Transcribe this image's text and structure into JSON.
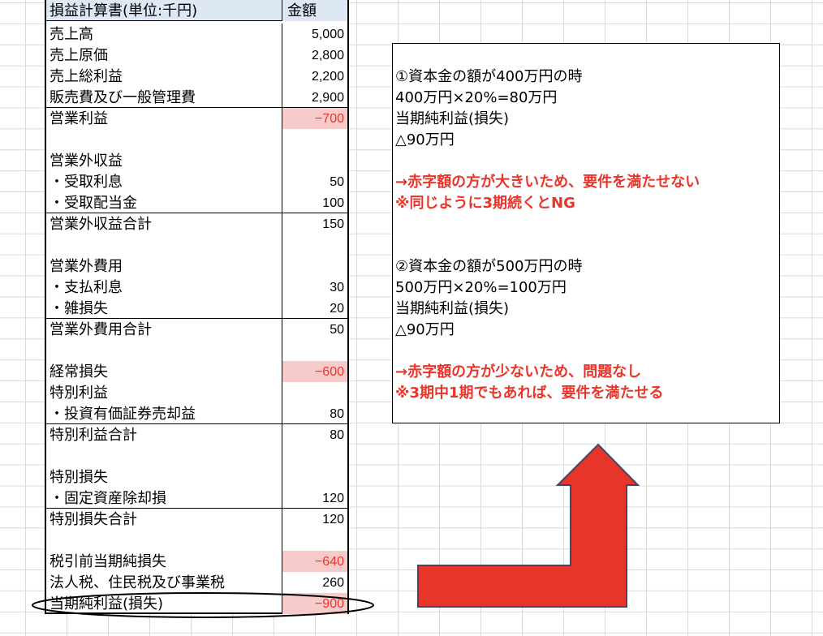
{
  "statement": {
    "header_label": "損益計算書(単位:千円)",
    "header_value": "金額",
    "rows": {
      "r1": {
        "label": "売上高",
        "value": "5,000"
      },
      "r2": {
        "label": "売上原価",
        "value": "2,800"
      },
      "r3": {
        "label": "売上総利益",
        "value": "2,200"
      },
      "r4": {
        "label": "販売費及び一般管理費",
        "value": "2,900"
      },
      "r5": {
        "label": "営業利益",
        "value": "−700"
      },
      "r6": {
        "label": "",
        "value": ""
      },
      "r7": {
        "label": "営業外収益",
        "value": ""
      },
      "r8": {
        "label": "・受取利息",
        "value": "50"
      },
      "r9": {
        "label": "・受取配当金",
        "value": "100"
      },
      "r10": {
        "label": "営業外収益合計",
        "value": "150"
      },
      "r11": {
        "label": "",
        "value": ""
      },
      "r12": {
        "label": "営業外費用",
        "value": ""
      },
      "r13": {
        "label": "・支払利息",
        "value": "30"
      },
      "r14": {
        "label": "・雑損失",
        "value": "20"
      },
      "r15": {
        "label": "営業外費用合計",
        "value": "50"
      },
      "r16": {
        "label": "",
        "value": ""
      },
      "r17": {
        "label": "経常損失",
        "value": "−600"
      },
      "r18": {
        "label": "特別利益",
        "value": ""
      },
      "r19": {
        "label": "・投資有価証券売却益",
        "value": "80"
      },
      "r20": {
        "label": "特別利益合計",
        "value": "80"
      },
      "r21": {
        "label": "",
        "value": ""
      },
      "r22": {
        "label": "特別損失",
        "value": ""
      },
      "r23": {
        "label": "・固定資産除却損",
        "value": "120"
      },
      "r24": {
        "label": "特別損失合計",
        "value": "120"
      },
      "r25": {
        "label": "",
        "value": ""
      },
      "r26": {
        "label": "税引前当期純損失",
        "value": "−640"
      },
      "r27": {
        "label": "法人税、住民税及び事業税",
        "value": "260"
      },
      "r28": {
        "label": "当期純利益(損失)",
        "value": "−900"
      }
    }
  },
  "note": {
    "case1_title": "①資本金の額が400万円の時",
    "case1_calc": "400万円×20%=80万円",
    "case1_profit_label": "当期純利益(損失)",
    "case1_profit_value": "△90万円",
    "case1_result": "→赤字額の方が大きいため、要件を満たせない",
    "case1_warning": "※同じように3期続くとNG",
    "case2_title": "②資本金の額が500万円の時",
    "case2_calc": "500万円×20%=100万円",
    "case2_profit_label": "当期純利益(損失)",
    "case2_profit_value": "△90万円",
    "case2_result": "→赤字額の方が少ないため、問題なし",
    "case2_warning": "※3期中1期でもあれば、要件を満たせる"
  },
  "colors": {
    "loss_text": "#e8352b",
    "loss_fill": "#f8cbcb",
    "header_fill": "#dde8f4",
    "arrow_fill": "#e8352b",
    "arrow_stroke": "#3a4a6b"
  }
}
